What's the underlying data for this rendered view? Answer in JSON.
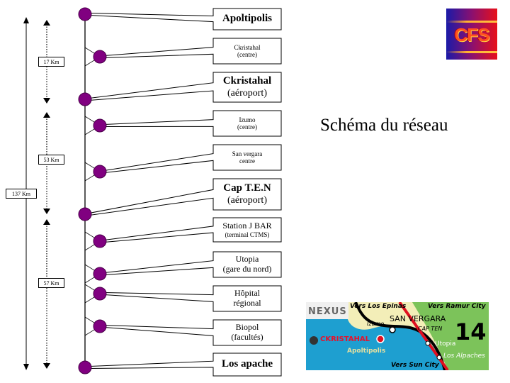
{
  "title": "Schéma du réseau",
  "logo": {
    "text": "CFS",
    "colors": {
      "left": "#1a1aa8",
      "right": "#e8101a",
      "text": "#ff5020"
    }
  },
  "colors": {
    "station": "#800080",
    "line": "#000000"
  },
  "distances": {
    "total": "137 Km",
    "segments": [
      "17 Km",
      "53 Km",
      "57 Km"
    ]
  },
  "stations": [
    {
      "line1": "Apoltipolis",
      "line2": "",
      "type": "major"
    },
    {
      "line1": "Ckristahal",
      "line2": "(centre)",
      "type": "minor"
    },
    {
      "line1": "Ckristahal",
      "line2": "(aéroport)",
      "type": "major"
    },
    {
      "line1": "Izumo",
      "line2": "(centre)",
      "type": "minor"
    },
    {
      "line1": "San vergara",
      "line2": "centre",
      "type": "minor"
    },
    {
      "line1": "Cap T.E.N",
      "line2": "(aéroport)",
      "type": "major"
    },
    {
      "line1": "Station J BAR",
      "line2": "(terminal CTMS)",
      "type": "minor"
    },
    {
      "line1": "Utopia",
      "line2": "(gare du nord)",
      "type": "minor"
    },
    {
      "line1": "Hôpital",
      "line2": "régional",
      "type": "minor"
    },
    {
      "line1": "Biopol",
      "line2": "(facultés)",
      "type": "minor"
    },
    {
      "line1": "Los apache",
      "line2": "",
      "type": "major"
    }
  ],
  "map": {
    "brand": "NEXUS",
    "line_number": "14",
    "labels": {
      "los_epinas": "Vers Los Epinas",
      "ramur": "Vers Ramur City",
      "sun_city": "Vers Sun City",
      "izumo": "Izumo",
      "san_vergara": "SAN VERGARA",
      "cap_ten": "CAP TEN",
      "ckristahal": "CKRISTAHAL",
      "apoltipolis": "Apoltipolis",
      "utopia": "Utopia",
      "los_alpaches": "Los Alpaches"
    }
  }
}
